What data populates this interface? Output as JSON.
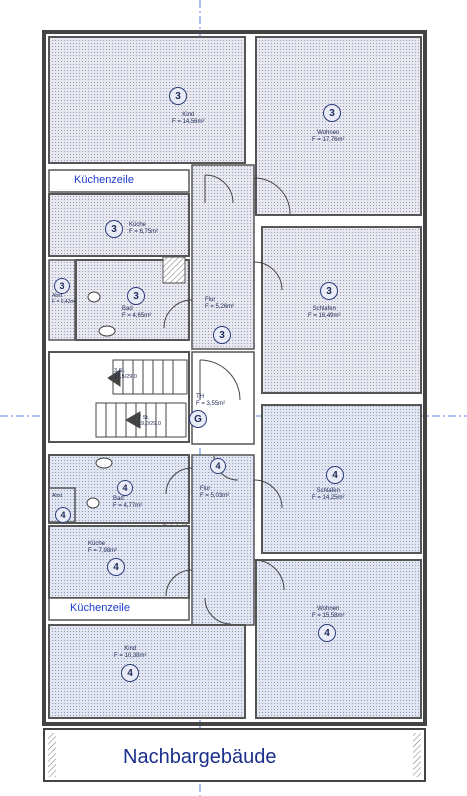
{
  "rooms": {
    "kind3": {
      "name": "Kind",
      "area": "F = 14,56m²",
      "unit": "3"
    },
    "wohnen3": {
      "name": "Wohnen",
      "area": "F = 17,76m²",
      "unit": "3"
    },
    "kueche3": {
      "name": "Küche",
      "area": "F = 6,75m²",
      "unit": "3"
    },
    "bad3": {
      "name": "Bad",
      "area": "F = 4,65m²",
      "unit": "3"
    },
    "flur3": {
      "name": "Flur",
      "area": "F = 5,26m²",
      "unit": "3"
    },
    "schlafen3": {
      "name": "Schlafen",
      "area": "F = 16,49m²",
      "unit": "3"
    },
    "abst3": {
      "name": "Abst.",
      "area": "F = 0,42m²",
      "unit": "3"
    },
    "th": {
      "name": "TH",
      "area": "F = 3,55m²",
      "unit": "G"
    },
    "bad4": {
      "name": "Bad",
      "area": "F = 4,77m²",
      "unit": "4"
    },
    "flur4": {
      "name": "Flur",
      "area": "F = 5,03m²",
      "unit": "4"
    },
    "schlafen4": {
      "name": "Schlafen",
      "area": "F = 14,25m²",
      "unit": "4"
    },
    "kueche4": {
      "name": "Küche",
      "area": "F = 7,98m²",
      "unit": "4"
    },
    "wohnen4": {
      "name": "Wohnen",
      "area": "F = 15,58m²",
      "unit": "4"
    },
    "kind4": {
      "name": "Kind",
      "area": "F = 10,38m²",
      "unit": "4"
    },
    "abst4": {
      "name": "Abst.",
      "area": "",
      "unit": "4"
    }
  },
  "stairs": {
    "upper": {
      "count": "3 St.",
      "ratio": "17,5/29,0"
    },
    "lower": {
      "count": "7 St.",
      "ratio": "19,0/29,0"
    }
  },
  "bands": {
    "kuechenzeile_top": "Küchenzeile",
    "kuechenzeile_bottom": "Küchenzeile"
  },
  "neighbor": "Nachbargebäude",
  "colors": {
    "hatch_upper": "#dcdcea",
    "hatch_lower": "#d4dcec",
    "wall": "#555555",
    "band": "#1c3bd0",
    "axis": "#2f5ad8"
  }
}
